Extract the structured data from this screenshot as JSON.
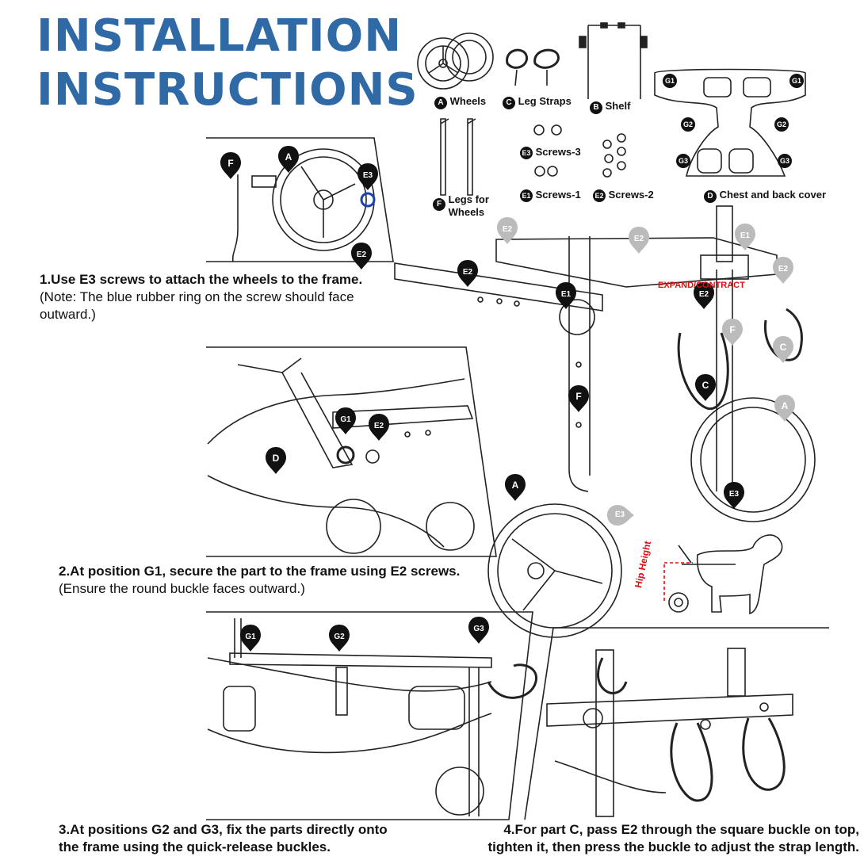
{
  "title": {
    "line1": "INSTALLATION",
    "line2": "INSTRUCTIONS"
  },
  "parts": {
    "wheels": {
      "letter": "A",
      "label": "Wheels"
    },
    "leg_straps": {
      "letter": "C",
      "label": "Leg Straps"
    },
    "shelf": {
      "letter": "B",
      "label": "Shelf"
    },
    "screws3": {
      "letter": "E3",
      "label": "Screws-3"
    },
    "screws1": {
      "letter": "E1",
      "label": "Screws-1"
    },
    "screws2": {
      "letter": "E2",
      "label": "Screws-2"
    },
    "legs": {
      "letter": "F",
      "label_line1": "Legs for",
      "label_line2": "Wheels"
    },
    "cover": {
      "letter": "D",
      "label": "Chest and back cover"
    }
  },
  "markers": {
    "G1": "G1",
    "G2": "G2",
    "G3": "G3",
    "A": "A",
    "C": "C",
    "D": "D",
    "F": "F",
    "E1": "E1",
    "E2": "E2",
    "E3": "E3"
  },
  "annotations": {
    "expand": "EXPAND/CONTRACT",
    "hip_height": "Hip Height"
  },
  "steps": {
    "s1_main": "1.Use E3 screws to attach the wheels to the frame.",
    "s1_note_line1": "(Note: The blue rubber ring on the screw should face",
    "s1_note_line2": "outward.)",
    "s2_main": "2.At position G1, secure the part to the frame using E2 screws.",
    "s2_note": "(Ensure the round buckle faces outward.)",
    "s3_line1": "3.At positions G2 and G3, fix the parts directly onto",
    "s3_line2": "the frame using the quick-release buckles.",
    "s4_line1": "4.For part C, pass E2 through the square buckle on top,",
    "s4_line2": "tighten it, then press the buckle to adjust the strap length."
  },
  "colors": {
    "title_blue": "#2f6aa6",
    "accent_red": "#d11111",
    "ring_blue": "#1d3fb0"
  }
}
